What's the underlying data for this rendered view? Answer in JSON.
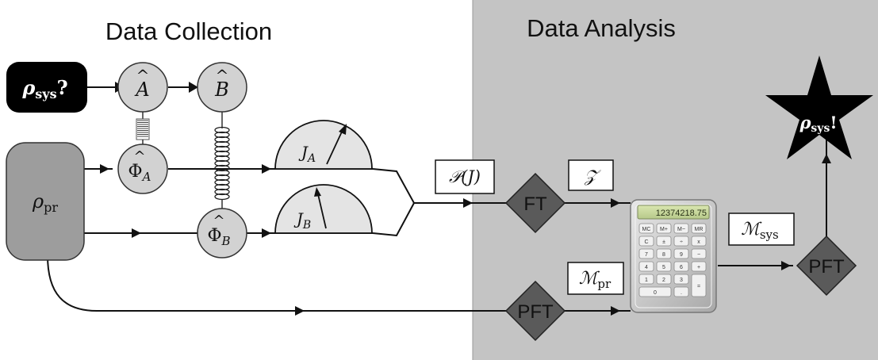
{
  "sections": {
    "collection_title": "Data Collection",
    "analysis_title": "Data Analysis"
  },
  "nodes": {
    "rho_sys_query": {
      "symbol": "ρ",
      "sub": "sys",
      "suffix": "?"
    },
    "rho_sys_result": {
      "symbol": "ρ",
      "sub": "sys",
      "suffix": "!"
    },
    "rho_pr": {
      "symbol": "ρ",
      "sub": "pr"
    },
    "A_hat": {
      "hat": "^",
      "symbol": "A"
    },
    "B_hat": {
      "hat": "^",
      "symbol": "B"
    },
    "Phi_A": {
      "hat": "^",
      "symbol": "Φ",
      "sub": "A"
    },
    "Phi_B": {
      "hat": "^",
      "symbol": "Φ",
      "sub": "B"
    }
  },
  "detectors": {
    "J_A": {
      "symbol": "J",
      "sub": "A"
    },
    "J_B": {
      "symbol": "J",
      "sub": "B"
    }
  },
  "labels": {
    "P_of_J": {
      "symbol": "𝒫",
      "arg": "(J)"
    },
    "Z": {
      "symbol": "𝒵"
    },
    "M_sys": {
      "symbol": "ℳ",
      "sub": "sys"
    },
    "M_pr": {
      "symbol": "ℳ",
      "sub": "pr"
    }
  },
  "operations": {
    "ft": "FT",
    "pft_bottom": "PFT",
    "pft_right": "PFT"
  },
  "calculator": {
    "display": "12374218.75",
    "keys": [
      "MC",
      "M+",
      "M−",
      "MR",
      "C",
      "±",
      "÷",
      "x",
      "7",
      "8",
      "9",
      "−",
      "4",
      "5",
      "6",
      "+",
      "1",
      "2",
      "3",
      "0",
      ".",
      "="
    ]
  },
  "colors": {
    "analysis_background": "#c4c4c4",
    "node_fill": "#d2d2d2",
    "rho_pr_fill": "#9d9d9d",
    "diamond_fill": "#5a5a5a",
    "black_node": "#000000"
  }
}
